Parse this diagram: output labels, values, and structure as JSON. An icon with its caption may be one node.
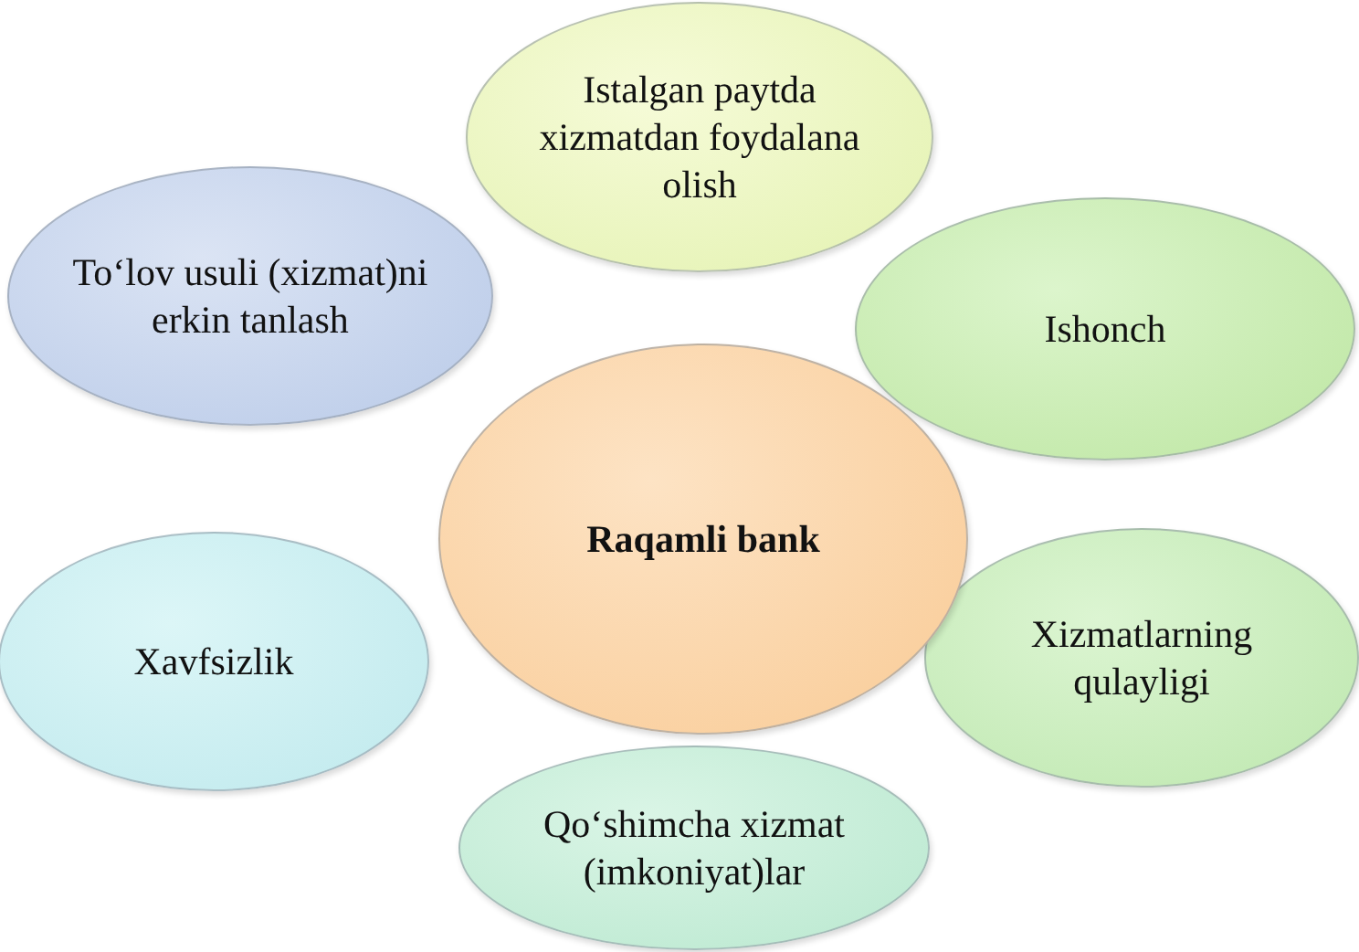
{
  "diagram": {
    "nodes": [
      {
        "text": [
          "Istalgan paytda xizmatdan foydalana olish"
        ]
      },
      {
        "text": [
          "To‘lov usuli (xizmat)ni erkin tanlash"
        ]
      },
      {
        "text": [
          "Ishonch"
        ]
      },
      {
        "text": [
          "Raqamli bank"
        ]
      },
      {
        "text": [
          "Xavfsizlik"
        ]
      },
      {
        "text": [
          "Xizmatlarning qulayligi"
        ]
      },
      {
        "text": [
          "Qo‘shimcha xizmat (imkoniyat)lar"
        ]
      }
    ],
    "edges": []
  }
}
